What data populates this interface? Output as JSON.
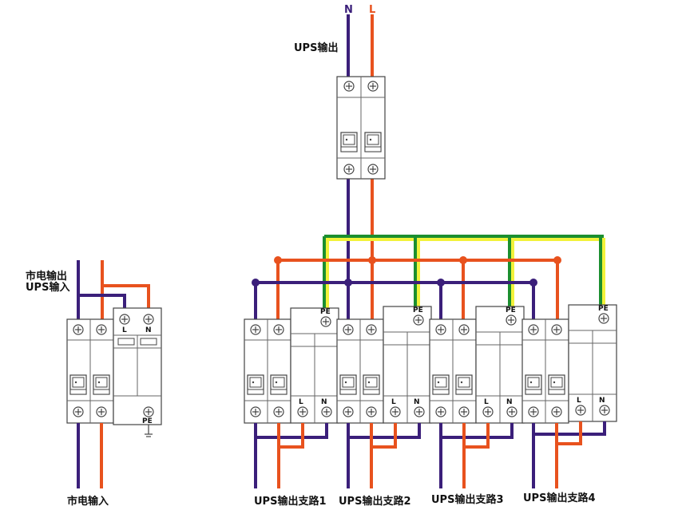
{
  "labels": {
    "top_n": "N",
    "top_l": "L",
    "ups_out": "UPS输出",
    "mains_out_line1": "市电输出",
    "mains_out_line2": "UPS输入",
    "mains_in": "市电输入",
    "branch1": "UPS输出支路1",
    "branch2": "UPS输出支路2",
    "branch3": "UPS输出支路3",
    "branch4": "UPS输出支路4",
    "spd_pe": "PE",
    "spd_l": "L",
    "spd_n": "N",
    "spd_pe_left": "PE"
  },
  "colors": {
    "neutral": "#3b1f7a",
    "live": "#e8521e",
    "ground_green": "#1b8f2f",
    "ground_yellow": "#f2f23a"
  }
}
